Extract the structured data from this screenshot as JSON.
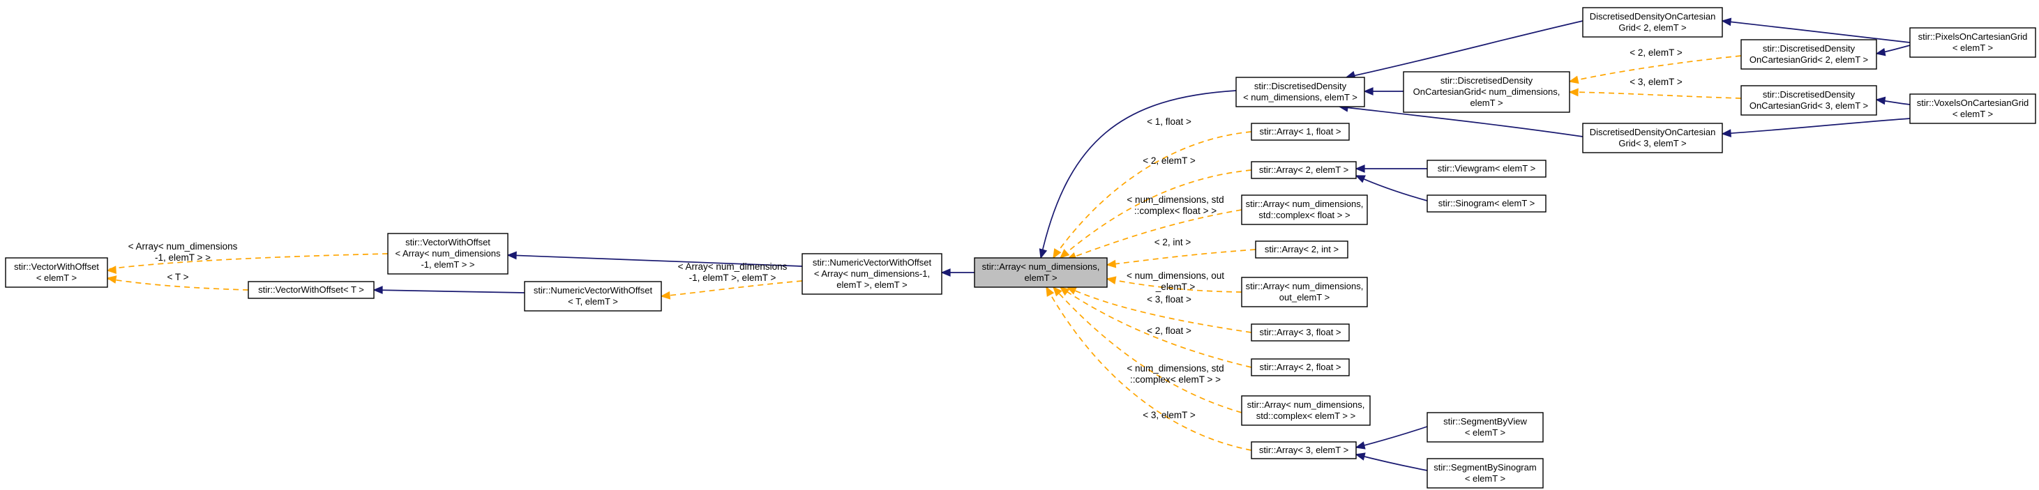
{
  "nodes": [
    {
      "id": "vwo_elemT",
      "lines": [
        "stir::VectorWithOffset",
        "< elemT >"
      ]
    },
    {
      "id": "vwo_arr",
      "lines": [
        "stir::VectorWithOffset",
        "< Array< num_dimensions",
        "-1, elemT > >"
      ]
    },
    {
      "id": "vwo_T",
      "lines": [
        "stir::VectorWithOffset< T >"
      ]
    },
    {
      "id": "nvwo_T",
      "lines": [
        "stir::NumericVectorWithOffset",
        "< T, elemT >"
      ]
    },
    {
      "id": "nvwo_arr",
      "lines": [
        "stir::NumericVectorWithOffset",
        "< Array< num_dimensions-1,",
        "elemT >, elemT >"
      ]
    },
    {
      "id": "array_main",
      "lines": [
        "stir::Array< num_dimensions,",
        "elemT >"
      ]
    },
    {
      "id": "dd",
      "lines": [
        "stir::DiscretisedDensity",
        "< num_dimensions, elemT >"
      ]
    },
    {
      "id": "ddocg_2_top",
      "lines": [
        "DiscretisedDensityOnCartesian",
        "Grid< 2, elemT >"
      ]
    },
    {
      "id": "ddocg",
      "lines": [
        "stir::DiscretisedDensity",
        "OnCartesianGrid< num_dimensions,",
        "elemT >"
      ]
    },
    {
      "id": "ddocg_3_bot",
      "lines": [
        "DiscretisedDensityOnCartesian",
        "Grid< 3, elemT >"
      ]
    },
    {
      "id": "stir_ddocg_2",
      "lines": [
        "stir::DiscretisedDensity",
        "OnCartesianGrid< 2, elemT >"
      ]
    },
    {
      "id": "stir_ddocg_3",
      "lines": [
        "stir::DiscretisedDensity",
        "OnCartesianGrid< 3, elemT >"
      ]
    },
    {
      "id": "pixels",
      "lines": [
        "stir::PixelsOnCartesianGrid",
        "< elemT >"
      ]
    },
    {
      "id": "voxels",
      "lines": [
        "stir::VoxelsOnCartesianGrid",
        "< elemT >"
      ]
    },
    {
      "id": "arr_1f",
      "lines": [
        "stir::Array< 1, float >"
      ]
    },
    {
      "id": "arr_2e",
      "lines": [
        "stir::Array< 2, elemT >"
      ]
    },
    {
      "id": "viewgram",
      "lines": [
        "stir::Viewgram< elemT >"
      ]
    },
    {
      "id": "sinogram",
      "lines": [
        "stir::Sinogram< elemT >"
      ]
    },
    {
      "id": "arr_cplx_f",
      "lines": [
        "stir::Array< num_dimensions,",
        "std::complex< float > >"
      ]
    },
    {
      "id": "arr_2i",
      "lines": [
        "stir::Array< 2, int >"
      ]
    },
    {
      "id": "arr_out",
      "lines": [
        "stir::Array< num_dimensions,",
        "out_elemT >"
      ]
    },
    {
      "id": "arr_3f",
      "lines": [
        "stir::Array< 3, float >"
      ]
    },
    {
      "id": "arr_2f",
      "lines": [
        "stir::Array< 2, float >"
      ]
    },
    {
      "id": "arr_cplx_e",
      "lines": [
        "stir::Array< num_dimensions,",
        "std::complex< elemT > >"
      ]
    },
    {
      "id": "arr_3e",
      "lines": [
        "stir::Array< 3, elemT >"
      ]
    },
    {
      "id": "seg_view",
      "lines": [
        "stir::SegmentByView",
        "< elemT >"
      ]
    },
    {
      "id": "seg_sino",
      "lines": [
        "stir::SegmentBySinogram",
        "< elemT >"
      ]
    }
  ],
  "edge_labels": [
    {
      "id": "lbl_vwo_arr",
      "lines": [
        "< Array< num_dimensions",
        "-1, elemT > >"
      ]
    },
    {
      "id": "lbl_vwo_T",
      "lines": [
        "< T >"
      ]
    },
    {
      "id": "lbl_nvwo_T",
      "lines": [
        "< Array< num_dimensions",
        "-1, elemT >, elemT >"
      ]
    },
    {
      "id": "lbl_2e_ddocg2",
      "lines": [
        "< 2, elemT >"
      ]
    },
    {
      "id": "lbl_3e_ddocg3",
      "lines": [
        "< 3, elemT >"
      ]
    },
    {
      "id": "lbl_1f",
      "lines": [
        "< 1, float >"
      ]
    },
    {
      "id": "lbl_2e",
      "lines": [
        "< 2, elemT >"
      ]
    },
    {
      "id": "lbl_cplx_f",
      "lines": [
        "< num_dimensions, std",
        "::complex< float > >"
      ]
    },
    {
      "id": "lbl_2i",
      "lines": [
        "< 2, int >"
      ]
    },
    {
      "id": "lbl_out",
      "lines": [
        "< num_dimensions, out",
        "_elemT >"
      ]
    },
    {
      "id": "lbl_3f",
      "lines": [
        "< 3, float >"
      ]
    },
    {
      "id": "lbl_2f",
      "lines": [
        "< 2, float >"
      ]
    },
    {
      "id": "lbl_cplx_e",
      "lines": [
        "< num_dimensions, std",
        "::complex< elemT > >"
      ]
    },
    {
      "id": "lbl_3e",
      "lines": [
        "< 3, elemT >"
      ]
    }
  ],
  "colors": {
    "inheritance_edge": "#191970",
    "template_edge": "#FFA500",
    "focus_node_fill": "#bfbfbf"
  }
}
